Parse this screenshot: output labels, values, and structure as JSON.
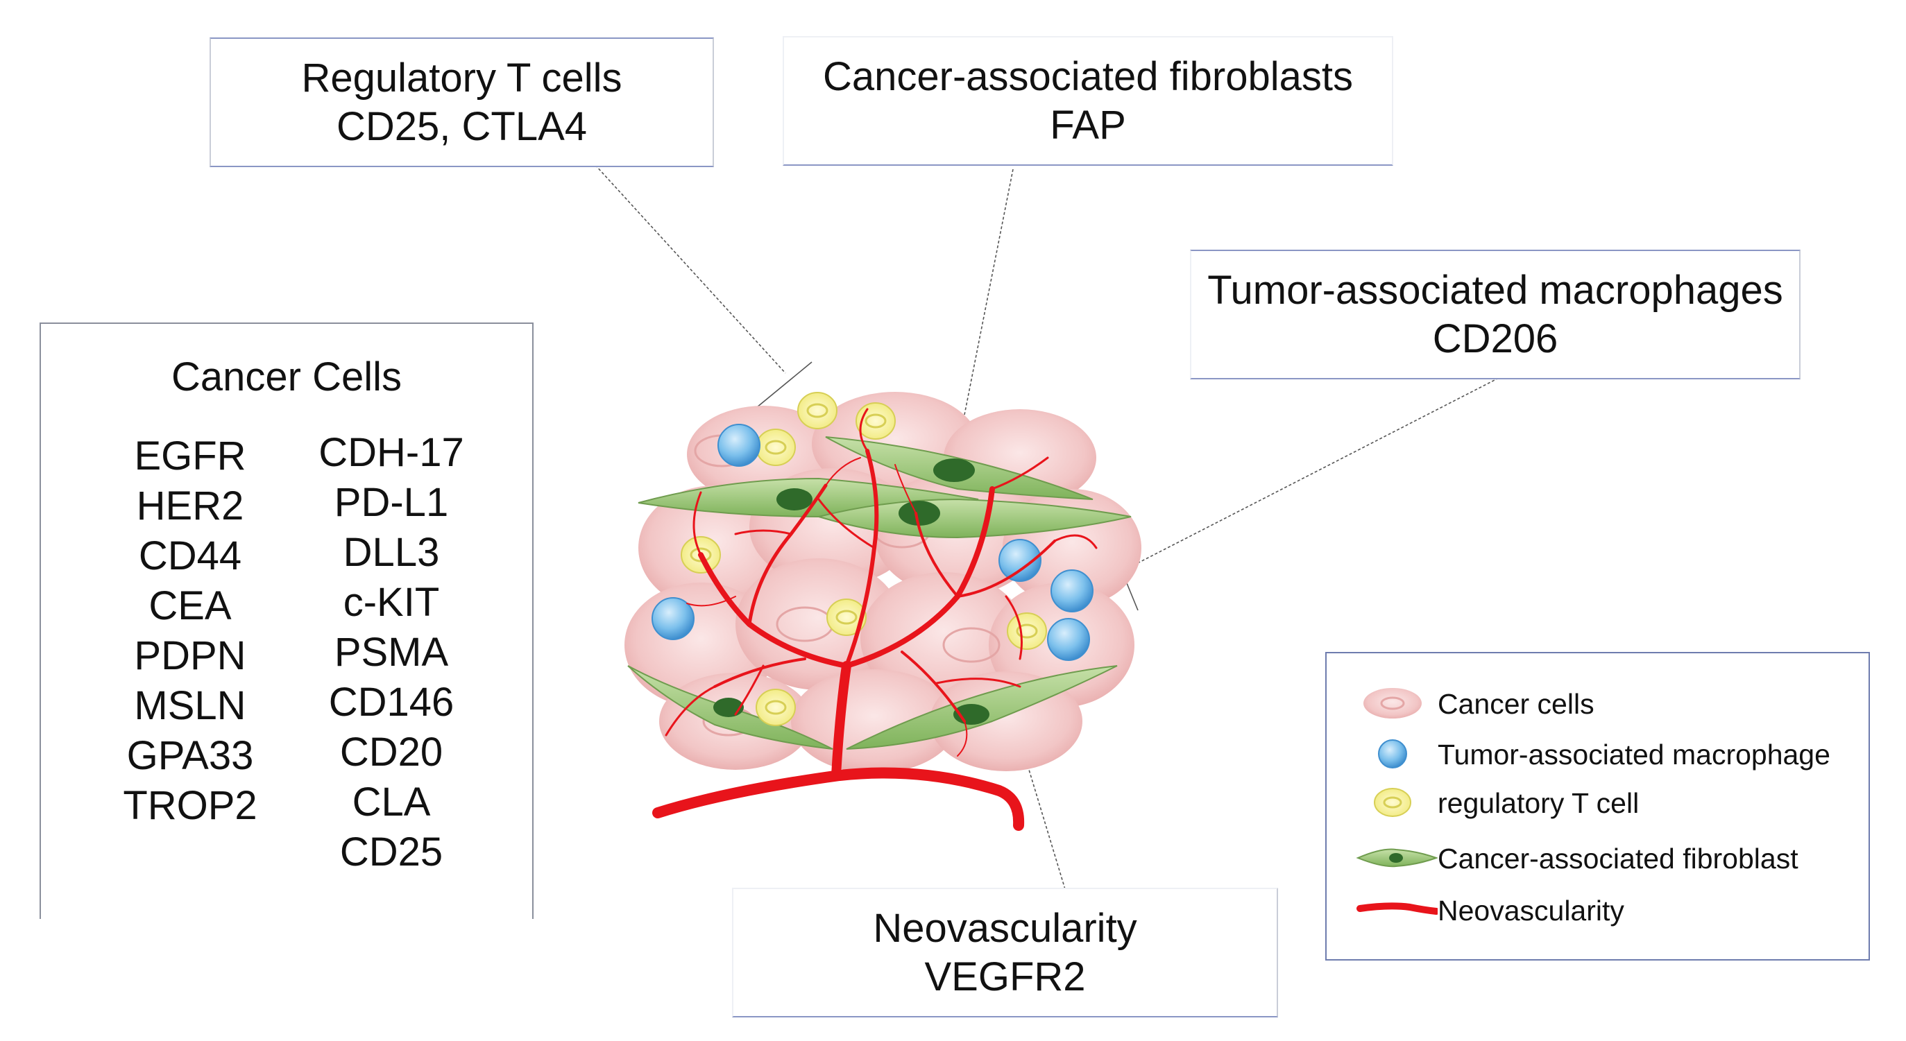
{
  "callouts": {
    "regulatory_t_cells": {
      "title": "Regulatory T cells",
      "markers": "CD25, CTLA4"
    },
    "cancer_associated_fibroblasts": {
      "title": "Cancer-associated fibroblasts",
      "markers": "FAP"
    },
    "tumor_associated_macrophages": {
      "title": "Tumor-associated macrophages",
      "markers": "CD206"
    },
    "neovascularity": {
      "title": "Neovascularity",
      "markers": "VEGFR2"
    }
  },
  "cancer_cells": {
    "title": "Cancer Cells",
    "left_markers": [
      "EGFR",
      "HER2",
      "CD44",
      "CEA",
      "PDPN",
      "MSLN",
      "GPA33",
      "TROP2"
    ],
    "right_markers": [
      "CDH-17",
      "PD-L1",
      "DLL3",
      "c-KIT",
      "PSMA",
      "CD146",
      "CD20",
      "CLA",
      "CD25"
    ]
  },
  "legend": {
    "items": [
      {
        "label": "Cancer cells",
        "icon": "cancer-cell-icon"
      },
      {
        "label": "Tumor-associated macrophage",
        "icon": "macrophage-icon"
      },
      {
        "label": "regulatory T cell",
        "icon": "regulatory-t-cell-icon"
      },
      {
        "label": "Cancer-associated fibroblast",
        "icon": "fibroblast-icon"
      },
      {
        "label": "Neovascularity",
        "icon": "neovascularity-icon"
      }
    ]
  },
  "colors": {
    "cancer_cell": "#f2c9c9",
    "macrophage": "#6fb6e6",
    "t_cell": "#f6f3a6",
    "fibroblast": "#9cc77b",
    "vessel": "#e8141b",
    "box_border": "#8a96c4"
  }
}
